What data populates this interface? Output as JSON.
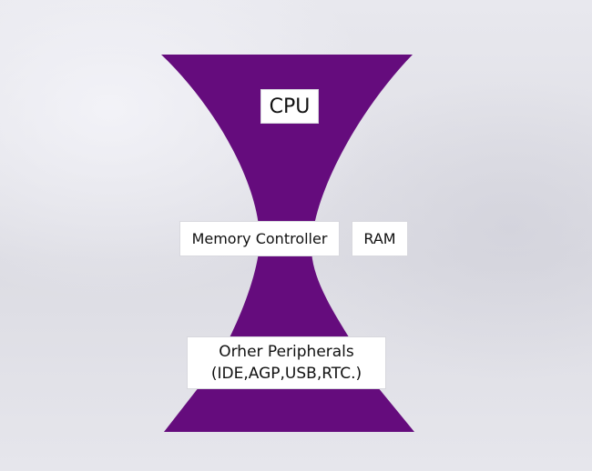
{
  "diagram": {
    "fill_color": "#650c7d",
    "nodes": {
      "cpu": "CPU",
      "memory_controller": "Memory Controller",
      "ram": "RAM",
      "peripherals_line1": "Orher Peripherals",
      "peripherals_line2": "(IDE,AGP,USB,RTC.)"
    }
  }
}
